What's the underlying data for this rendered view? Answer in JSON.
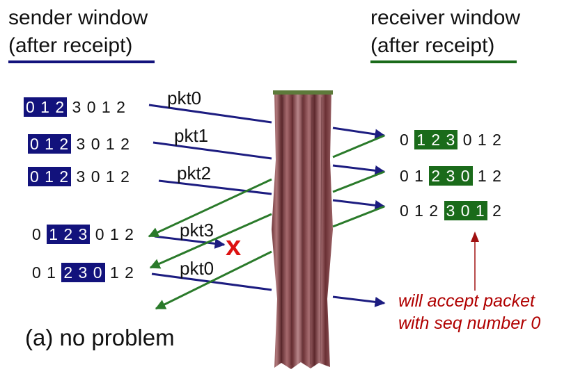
{
  "headings": {
    "sender_line1": "sender window",
    "sender_line2": "(after receipt)",
    "receiver_line1": "receiver window",
    "receiver_line2": "(after receipt)"
  },
  "colors": {
    "sender_window": "#12127c",
    "receiver_window": "#1a6b1a",
    "data_arrow": "#1c1c80",
    "ack_arrow": "#2a7a2a",
    "loss_mark": "#dd1111",
    "note": "#b00000",
    "curtain": "#8a4a4e"
  },
  "sender_rows": [
    {
      "before": "",
      "window": "0 1 2",
      "after": " 3 0 1 2"
    },
    {
      "before": "",
      "window": "0 1 2",
      "after": " 3 0 1 2"
    },
    {
      "before": "",
      "window": "0 1 2",
      "after": " 3 0 1 2"
    },
    {
      "before": "0 ",
      "window": "1 2 3",
      "after": " 0 1 2"
    },
    {
      "before": "0 1 ",
      "window": "2 3 0",
      "after": " 1 2"
    }
  ],
  "receiver_rows": [
    {
      "before": "0 ",
      "window": "1 2 3",
      "after": " 0 1 2"
    },
    {
      "before": "0 1 ",
      "window": "2 3 0",
      "after": " 1 2"
    },
    {
      "before": "0 1 2 ",
      "window": "3 0 1",
      "after": " 2"
    }
  ],
  "packets": [
    "pkt0",
    "pkt1",
    "pkt2",
    "pkt3",
    "pkt0"
  ],
  "loss_mark": "x",
  "note_line1": "will accept packet",
  "note_line2": "with seq number 0",
  "caption": "(a) no problem"
}
